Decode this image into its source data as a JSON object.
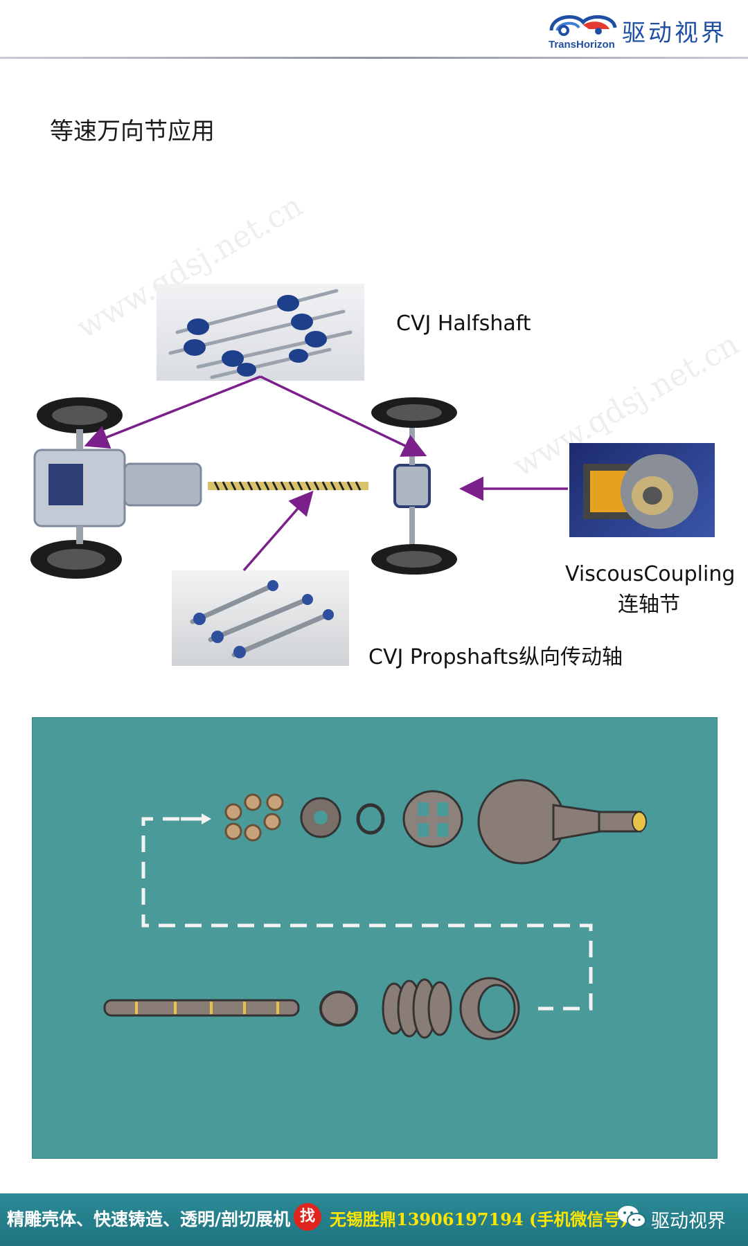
{
  "header": {
    "logo_en": "TransHorizon",
    "logo_cn": "驱动视界",
    "accent": "#1f4fa3"
  },
  "slide": {
    "title": "等速万向节应用",
    "watermark": "www.qdsj.net.cn"
  },
  "diagram": {
    "arrow_color": "#7b1f8a",
    "labels": {
      "halfshaft": "CVJ Halfshaft",
      "coupling_en": "ViscousCoupling",
      "coupling_cn": "连轴节",
      "propshaft": "CVJ Propshafts纵向传动轴"
    }
  },
  "footer": {
    "left_text": "精雕壳体、快速铸造、透明/剖切展机",
    "find_badge": "找",
    "contact": "无锡胜鼎13906197194 (手机微信号)",
    "brand": "驱动视界",
    "icon": "wechat-icon",
    "bg": "#1f7380"
  }
}
